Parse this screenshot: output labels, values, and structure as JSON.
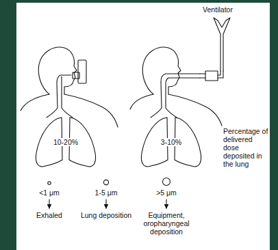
{
  "diagram": {
    "nodes": [
      {
        "text": [
          "10-20%"
        ]
      },
      {
        "text": [
          "3-10%"
        ]
      }
    ],
    "labels": [
      "Ventilator",
      "Percentage of delivered dose deposited in the lung",
      "<1 μm",
      "1-5 μm",
      ">5 μm",
      "Exhaled",
      "Lung deposition",
      "Equipment, oropharyngeal deposition"
    ]
  }
}
